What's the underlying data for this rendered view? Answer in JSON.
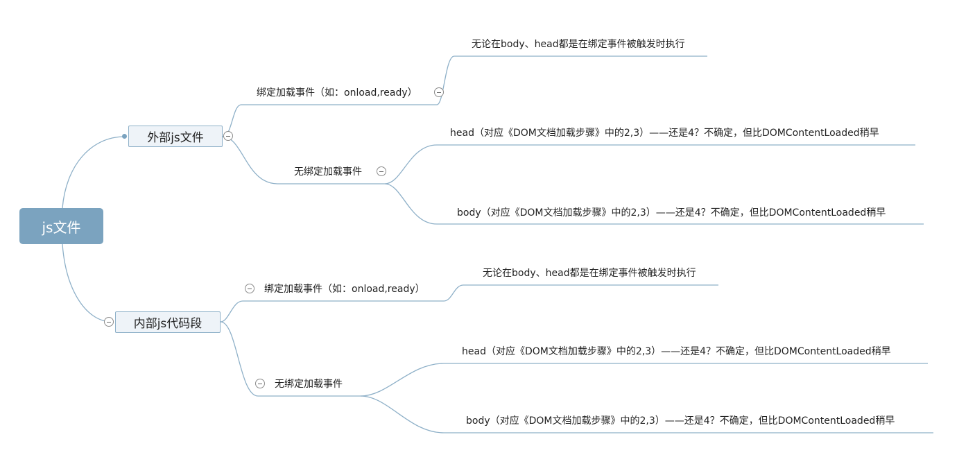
{
  "root": {
    "label": "js文件"
  },
  "branches": [
    {
      "label": "外部js文件",
      "children": [
        {
          "label": "绑定加载事件（如：onload,ready）",
          "children": [
            "无论在body、head都是在绑定事件被触发时执行"
          ]
        },
        {
          "label": "无绑定加载事件",
          "children": [
            "head（对应《DOM文档加载步骤》中的2,3）——还是4？不确定，但比DOMContentLoaded稍早",
            "body（对应《DOM文档加载步骤》中的2,3）——还是4？不确定，但比DOMContentLoaded稍早"
          ]
        }
      ]
    },
    {
      "label": "内部js代码段",
      "children": [
        {
          "label": "绑定加载事件（如：onload,ready）",
          "children": [
            "无论在body、head都是在绑定事件被触发时执行"
          ]
        },
        {
          "label": "无绑定加载事件",
          "children": [
            "head（对应《DOM文档加载步骤》中的2,3）——还是4？不确定，但比DOMContentLoaded稍早",
            "body（对应《DOM文档加载步骤》中的2,3）——还是4？不确定，但比DOMContentLoaded稍早"
          ]
        }
      ]
    }
  ],
  "colors": {
    "root_fill": "#7ba3bf",
    "line": "#8eb0c8",
    "topic_fill": "#eef3f8"
  }
}
